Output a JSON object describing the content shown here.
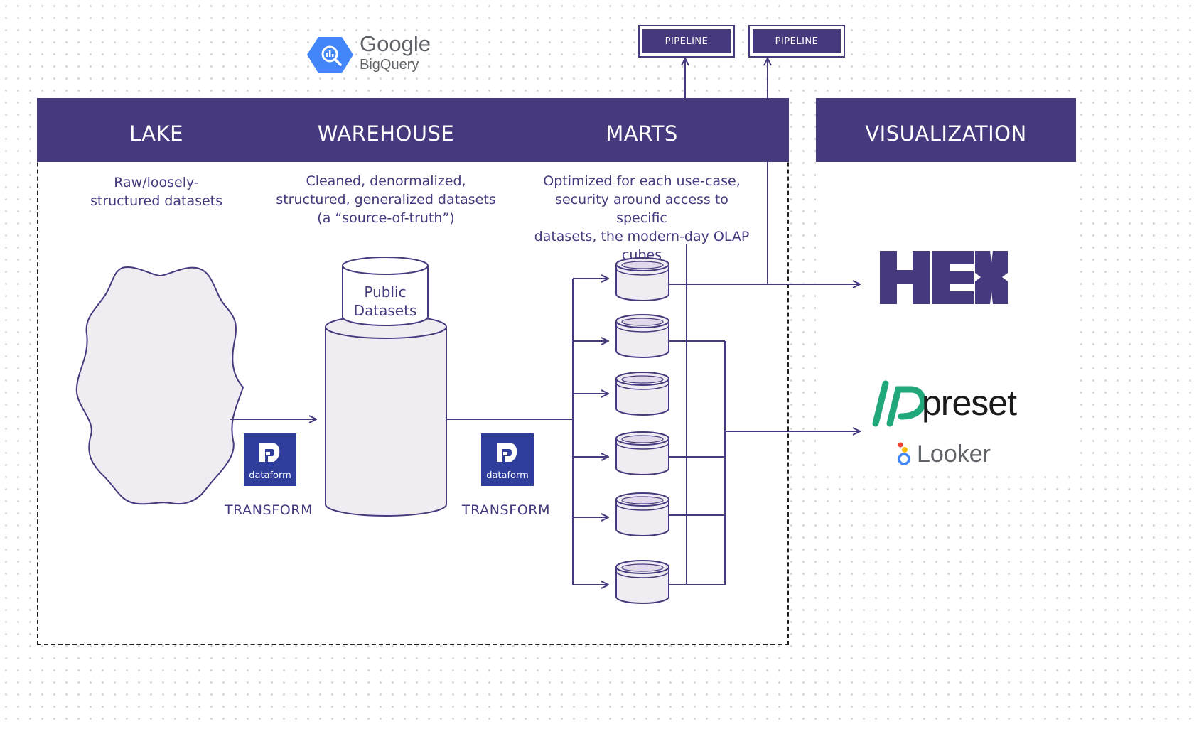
{
  "logo": {
    "google": "Google",
    "product": "BigQuery"
  },
  "pipelines": [
    "PIPELINE",
    "PIPELINE"
  ],
  "columns": {
    "lake": {
      "title": "LAKE",
      "desc_lines": [
        "Raw/loosely-",
        "structured datasets"
      ]
    },
    "warehouse": {
      "title": "WAREHOUSE",
      "desc_lines": [
        "Cleaned, denormalized,",
        "structured, generalized datasets",
        "(a “source-of-truth”)"
      ]
    },
    "marts": {
      "title": "MARTS",
      "desc_lines": [
        "Optimized for each use-case,",
        "security around access to specific",
        "datasets, the modern-day OLAP",
        "cubes"
      ]
    },
    "visualization": {
      "title": "VISUALIZATION"
    }
  },
  "warehouse_cylinder": {
    "top_label_lines": [
      "Public",
      "Datasets"
    ]
  },
  "transforms": [
    {
      "tool": "dataform",
      "label": "TRANSFORM"
    },
    {
      "tool": "dataform",
      "label": "TRANSFORM"
    }
  ],
  "marts_count": 6,
  "viz_tools": {
    "hex": "HEX",
    "preset": "preset",
    "looker": "Looker"
  },
  "colors": {
    "brand_purple": "#46397e",
    "dataform_blue": "#2f3e9a",
    "cylinder_fill": "#f0ecf2",
    "preset_green": "#20a77a",
    "bigquery_blue": "#4386fa"
  }
}
